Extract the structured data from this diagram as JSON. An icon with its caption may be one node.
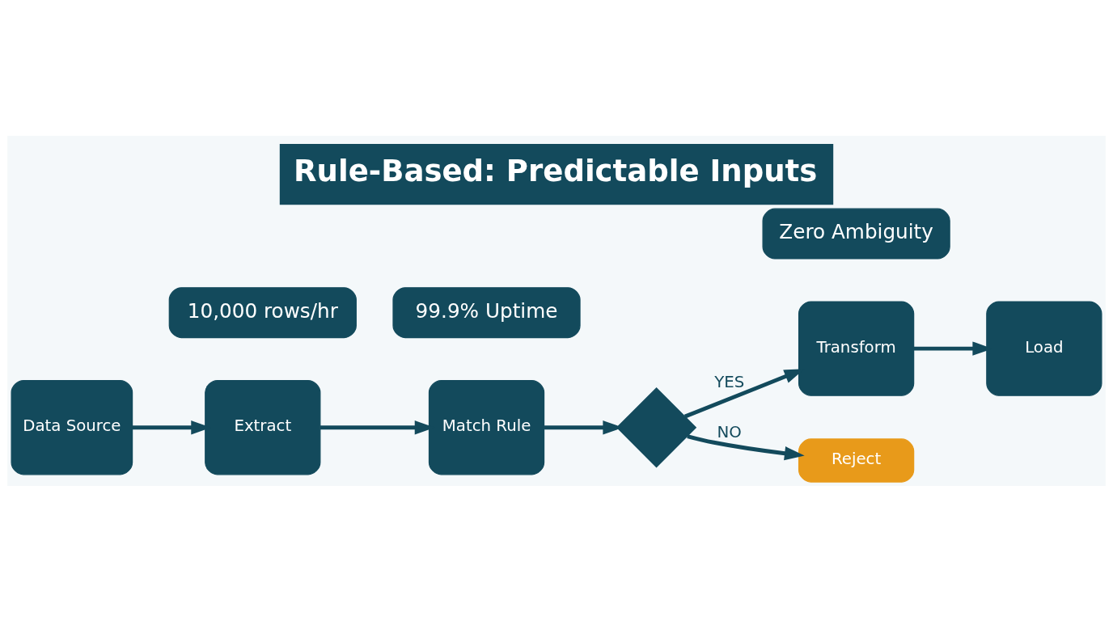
{
  "diagram": {
    "title": "Rule-Based: Predictable Inputs",
    "nodes": [
      {
        "text": [
          "Data Source"
        ]
      },
      {
        "text": [
          "Extract"
        ]
      },
      {
        "text": [
          "Match Rule"
        ]
      },
      {
        "text": [],
        "shape": "diamond"
      },
      {
        "text": [
          "Transform"
        ]
      },
      {
        "text": [
          "Load"
        ]
      },
      {
        "text": [
          "Reject"
        ]
      },
      {
        "text": [
          "10,000 rows/hr"
        ]
      },
      {
        "text": [
          "99.9% Uptime"
        ]
      },
      {
        "text": [
          "Zero Ambiguity"
        ]
      }
    ],
    "edges": [
      {
        "from": 0,
        "to": 1,
        "arrow": "to"
      },
      {
        "from": 1,
        "to": 2,
        "arrow": "to"
      },
      {
        "from": 2,
        "to": 3,
        "arrow": "to"
      },
      {
        "from": 3,
        "to": 4,
        "arrow": "to",
        "label": "YES"
      },
      {
        "from": 3,
        "to": 6,
        "arrow": "to",
        "label": "NO"
      },
      {
        "from": 4,
        "to": 5,
        "arrow": "to"
      }
    ]
  }
}
